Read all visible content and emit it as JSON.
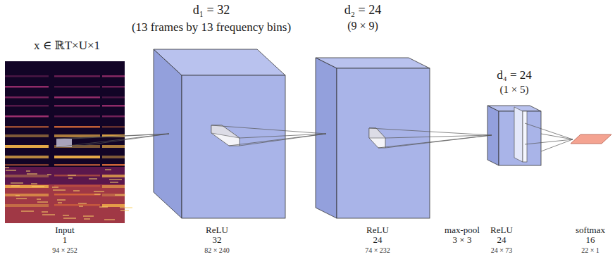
{
  "diagram": {
    "nodes": [
      {
        "text": [
          "x ∈ ℝT×U×1",
          "Input",
          "1",
          "94 × 252"
        ]
      },
      {
        "text": [
          "d₁ = 32",
          "(13 frames by 13 frequency bins)",
          "ReLU",
          "32",
          "82 × 240"
        ]
      },
      {
        "text": [
          "d₂ = 24",
          "(9 × 9)",
          "ReLU",
          "24",
          "74 × 232"
        ]
      },
      {
        "text": [
          "d₄ = 24",
          "(1 × 5)",
          "ReLU",
          "24",
          "24 × 73"
        ]
      },
      {
        "text": [
          "softmax",
          "16",
          "22 × 1"
        ]
      }
    ],
    "edges": [
      {
        "from": 0,
        "to": 1,
        "arrow": "none"
      },
      {
        "from": 1,
        "to": 2,
        "arrow": "none"
      },
      {
        "from": 2,
        "to": 3,
        "arrow": "none"
      },
      {
        "from": 3,
        "to": 4,
        "arrow": "none"
      }
    ],
    "labels": [
      "max-pool",
      "3 × 3"
    ]
  }
}
